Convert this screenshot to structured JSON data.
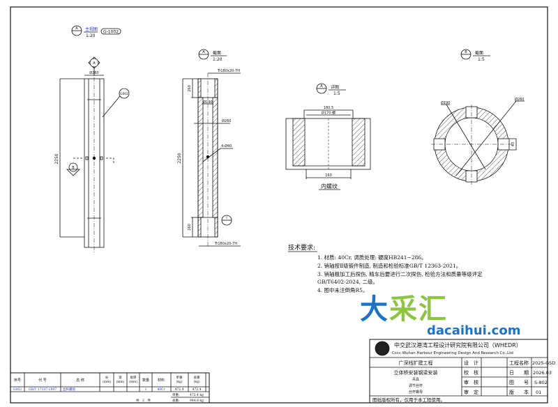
{
  "views": {
    "main": {
      "symbol": "A",
      "title": "主视图",
      "scale": "1:20",
      "ref": "G-1002",
      "dia": "Ø260",
      "length": "2250",
      "balloon": "G002",
      "section_mark": "B"
    },
    "section_a": {
      "symbol": "A",
      "title": "截面",
      "scale": "1:20",
      "thread_top": "Tr180x20-7H",
      "thread_bottom": "Tr180x20-7H",
      "len_top": "260",
      "len_bottom": "260",
      "bore": "Ø190",
      "outer": "Ø260",
      "holes": "4-Ø40",
      "length": "2250",
      "detail_mark": "I"
    },
    "detail": {
      "symbol": "A",
      "title": "详图",
      "scale": "1:5",
      "dim_outer": "180.5",
      "dim_inner": "Ø170:螺",
      "dim_bottom": "160",
      "caption": "内螺纹"
    },
    "section_b": {
      "symbol": "B",
      "title": "截面",
      "scale": "1:5",
      "bore": "Ø190",
      "outer": "Ø260",
      "hole": "40"
    }
  },
  "notes": {
    "heading": "技术要求:",
    "items": [
      "1. 材质: 40Cr, 调质处理: 硬度HB241~286。",
      "2. 销轴按Ⅱ级锻件制造, 制造和检验标准GB/T 12363-2021。",
      "3. 销轴粗加工后探伤, 精车后要进行二次探伤, 检验方法和质量等级评定",
      "GB/T6402-2024, 二级。",
      "4. 图中未注倒角R5。"
    ]
  },
  "watermark": {
    "cn": "大采汇",
    "en": "dacaihui.com"
  },
  "title_block": {
    "company_cn": "中交武汉港湾工程设计研究院有限公司（WHEDR）",
    "company_en": "Cccc Wuhan Harbour Engineering Design And Research Co.,Ltd",
    "project": "广深线扩建工程",
    "drawing_title": "立体桥安装钢梁安装",
    "sub1": "吊具",
    "sub2": "调节丝杆",
    "sub3": "丝杆螺母",
    "roles": [
      "设　计",
      "校　核",
      "审　核",
      "审　定"
    ],
    "fields": [
      {
        "label": "工程名称",
        "value": "2025-GSD"
      },
      {
        "label": "日　　期",
        "value": "2026.03"
      },
      {
        "label": "图　　号",
        "value": "S-802"
      },
      {
        "label": "版　　本",
        "value": "01"
      }
    ],
    "copyright": "图纸版权所有，仅用于本工程使用。"
  },
  "bom": {
    "headers": [
      "序号",
      "代 号",
      "名 称",
      "长\n(mm)",
      "宽\n(mm)",
      "板厚\n(mm)",
      "数量",
      "材料",
      "单重\n(kg)",
      "总重\n(kg)"
    ],
    "rows": [
      [
        "G002",
        "GB/T 17107-1997",
        "丝杆螺母",
        "",
        "",
        "",
        "1",
        "40Cr",
        "472.4",
        "472.4"
      ]
    ],
    "unit_weight_label": "单重:",
    "unit_weight": "472.4 kg",
    "total_label": "总重:",
    "total_weight": "944.8 kg",
    "count_text": "共　2　件"
  }
}
